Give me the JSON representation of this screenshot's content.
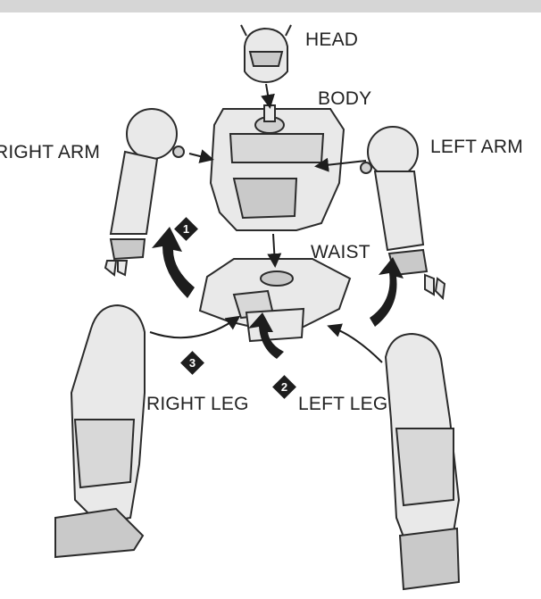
{
  "parts": {
    "head": "HEAD",
    "body": "BODY",
    "right_arm": "RIGHT ARM",
    "left_arm": "LEFT ARM",
    "waist": "WAIST",
    "right_leg": "RIGHT LEG",
    "left_leg": "LEFT LEG"
  },
  "steps": {
    "step_1": "1",
    "step_2": "2",
    "step_3": "3"
  },
  "colors": {
    "part_fill": "#e9e9e9",
    "part_shade": "#c9c9c9",
    "outline": "#2b2b2b",
    "arrow": "#1d1d1d"
  }
}
